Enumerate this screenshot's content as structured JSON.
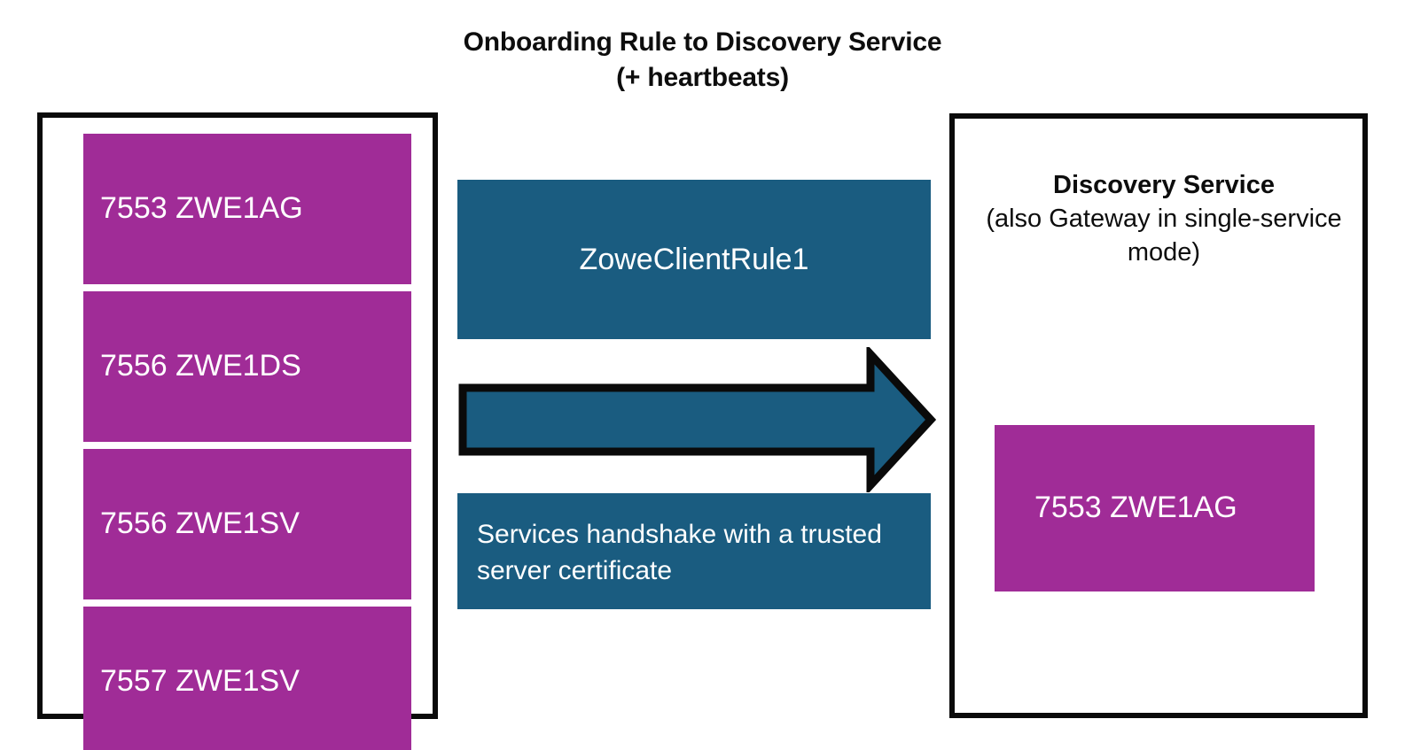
{
  "title": {
    "line1": "Onboarding Rule to Discovery Service",
    "line2": "(+ heartbeats)"
  },
  "colors": {
    "service_purple": "#A02C97",
    "accent_teal": "#1A5C80",
    "outline_black": "#0A0A0A",
    "background": "#FFFFFF",
    "text_white": "#FFFFFF",
    "text_black": "#0D0D0D"
  },
  "left_panel": {
    "services": [
      {
        "label": "7553 ZWE1AG"
      },
      {
        "label": "7556 ZWE1DS"
      },
      {
        "label": "7556 ZWE1SV"
      },
      {
        "label": "7557 ZWE1SV"
      }
    ]
  },
  "middle": {
    "rule_label": "ZoweClientRule1",
    "handshake_note": "Services handshake with a trusted server certificate",
    "arrow": {
      "direction": "right",
      "icon": "block-arrow-right-icon"
    }
  },
  "right_panel": {
    "heading_strong": "Discovery Service",
    "heading_sub": "(also Gateway in single-service mode)",
    "service": {
      "label": "7553 ZWE1AG"
    }
  }
}
